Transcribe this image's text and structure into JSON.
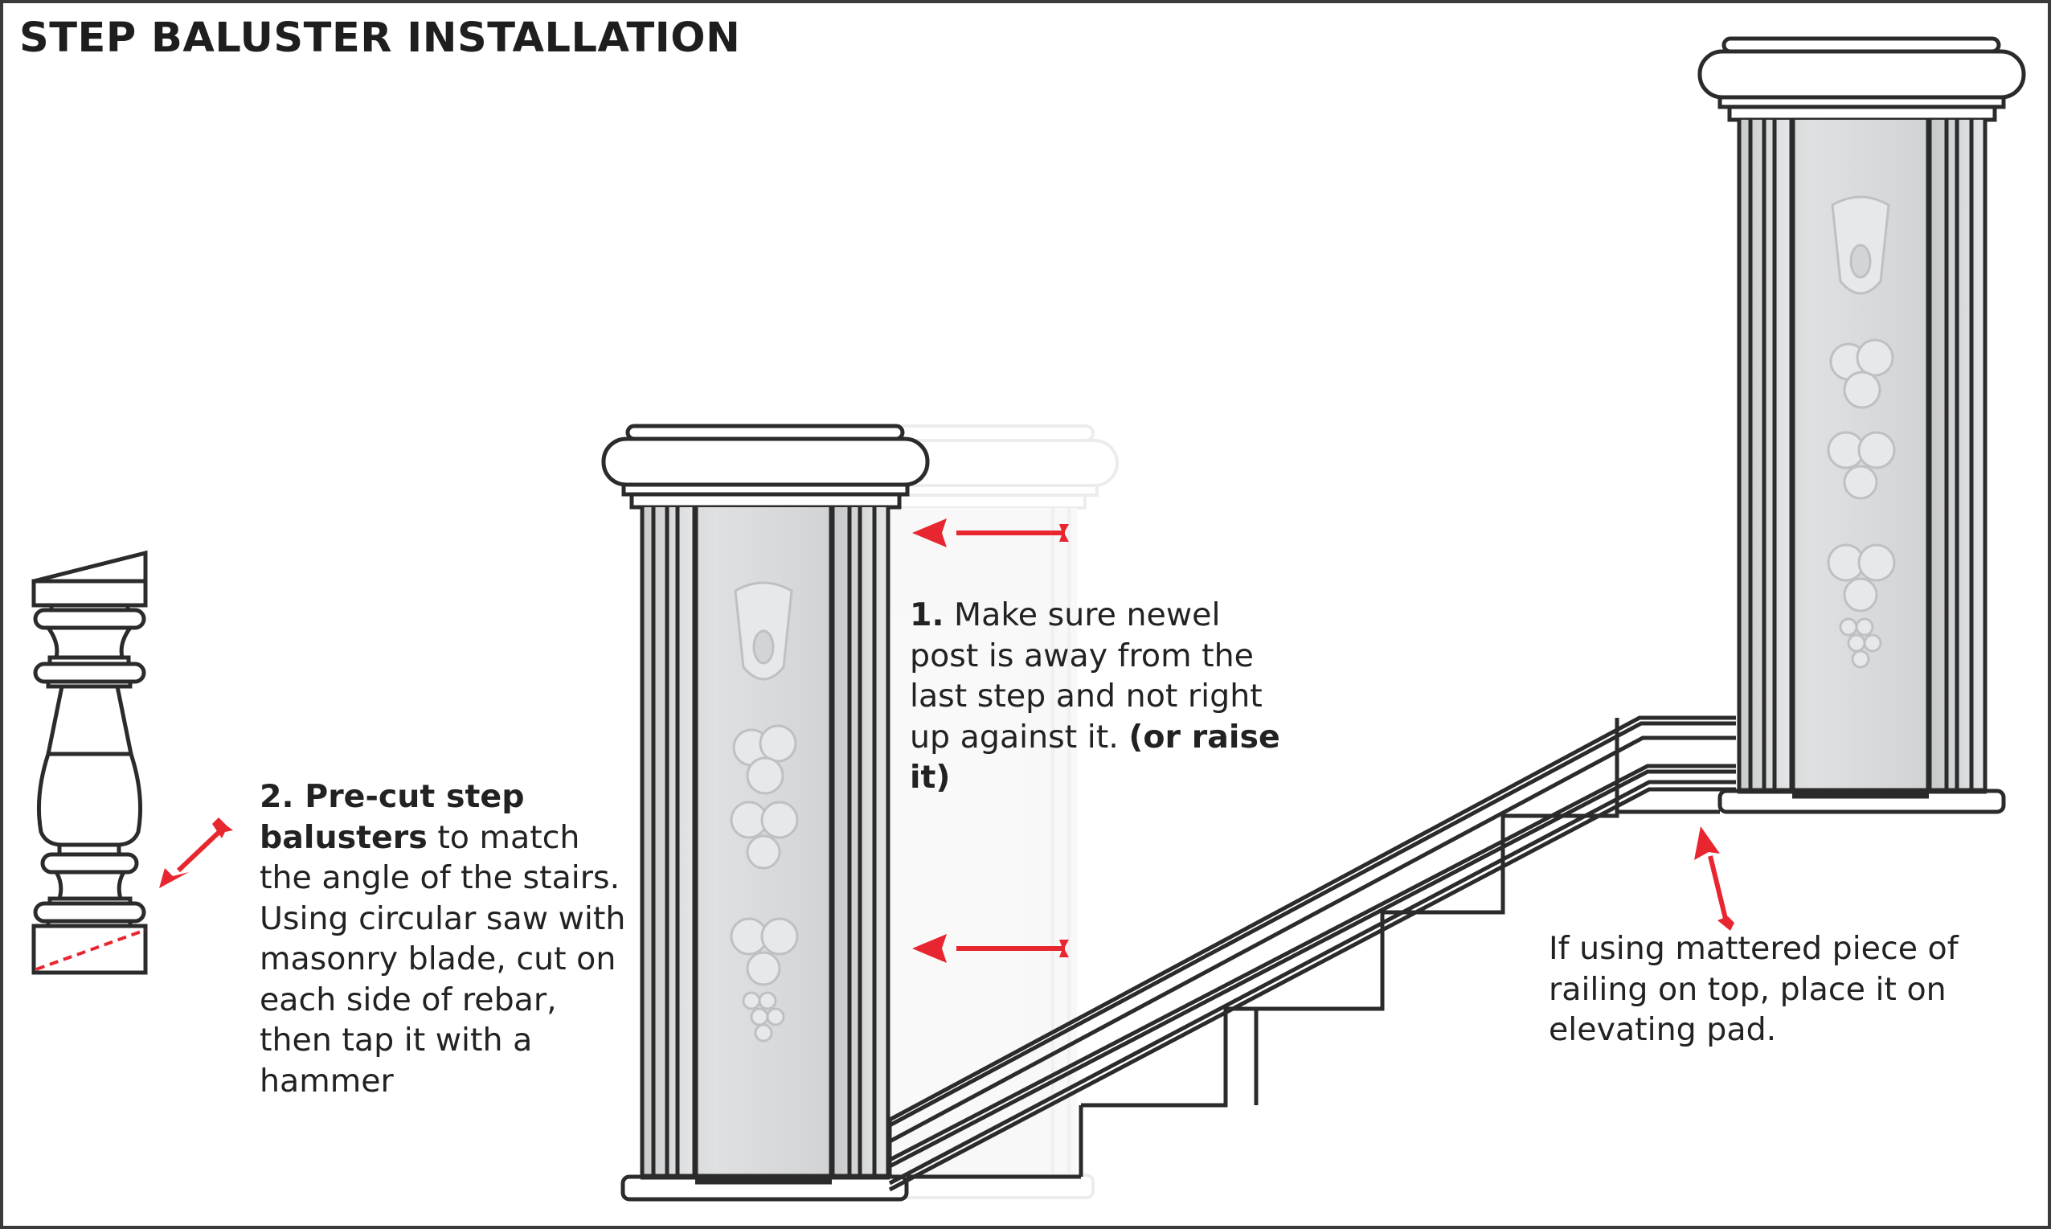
{
  "title": "STEP BALUSTER INSTALLATION",
  "colors": {
    "line": "#2b2b2b",
    "arrow_red": "#e8262f",
    "post_stone": "#d9dadb",
    "ghost": "#e9e9e9",
    "background": "#ffffff"
  },
  "notes": {
    "step1": {
      "number": "1.",
      "text": " Make sure newel post is away from the last step and not right up against it. ",
      "emphasis": "(or raise it)"
    },
    "step2": {
      "number": "2. Pre-cut step balusters",
      "text": " to match the angle of the stairs. Using circular saw with masonry blade, cut on each side of rebar, then tap it with a hammer"
    },
    "step3": {
      "text": "If using mattered piece of railing on top, place it on elevating pad."
    }
  },
  "figures": {
    "baluster": "step baluster with angled top cut and dashed cut line at base",
    "left_post": "newel post moved away from last step",
    "ghost_post": "original newel post position (faded)",
    "right_post": "newel post on elevating pad at top landing",
    "rail": "stair railing, angled then horizontal",
    "stairs": "stair steps outline"
  },
  "arrows": [
    {
      "id": "move-post-arrow-top",
      "direction": "left"
    },
    {
      "id": "move-post-arrow-bottom",
      "direction": "left"
    },
    {
      "id": "cut-line-arrow",
      "direction": "down-left"
    },
    {
      "id": "elevating-pad-arrow",
      "direction": "up"
    }
  ]
}
